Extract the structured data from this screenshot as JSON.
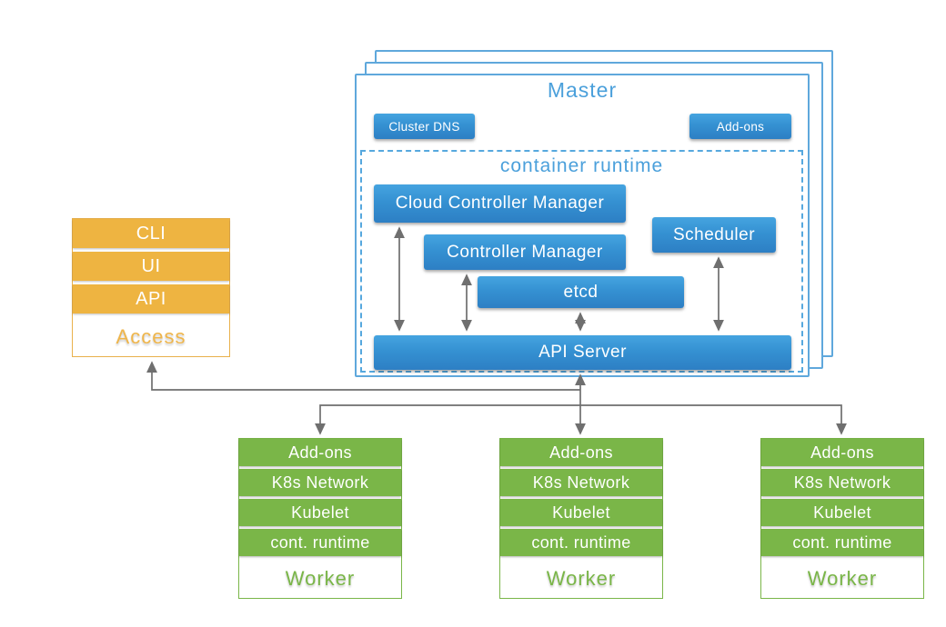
{
  "master": {
    "title": "Master",
    "cluster_dns_label": "Cluster DNS",
    "addons_label": "Add-ons",
    "container_runtime_label": "container runtime",
    "components": {
      "cloud_controller_manager": "Cloud Controller Manager",
      "controller_manager": "Controller Manager",
      "etcd": "etcd",
      "scheduler": "Scheduler",
      "api_server": "API Server"
    },
    "replica_layers": 3
  },
  "access": {
    "rows": [
      "CLI",
      "UI",
      "API"
    ],
    "label": "Access"
  },
  "workers": {
    "count": 3,
    "rows": [
      "Add-ons",
      "K8s Network",
      "Kubelet",
      "cont. runtime"
    ],
    "label": "Worker"
  },
  "colors": {
    "component_blue_top": "#45a4e0",
    "component_blue_bottom": "#2d7fc4",
    "outline_blue": "#5fa8dc",
    "title_blue": "#4ba0db",
    "access_orange": "#eeb441",
    "worker_green": "#7ab648",
    "arrow_gray": "#6f6f6f"
  }
}
